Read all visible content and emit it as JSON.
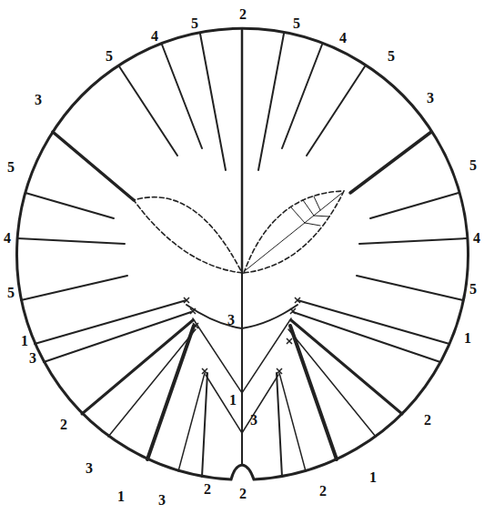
{
  "diagram": {
    "labels": [
      "2",
      "5",
      "5",
      "4",
      "4",
      "5",
      "5",
      "3",
      "3",
      "5",
      "5",
      "4",
      "4",
      "5",
      "5",
      "3",
      "1",
      "1",
      "3",
      "1",
      "3",
      "2",
      "2",
      "3",
      "1",
      "2",
      "2",
      "2",
      "1",
      "3"
    ]
  }
}
